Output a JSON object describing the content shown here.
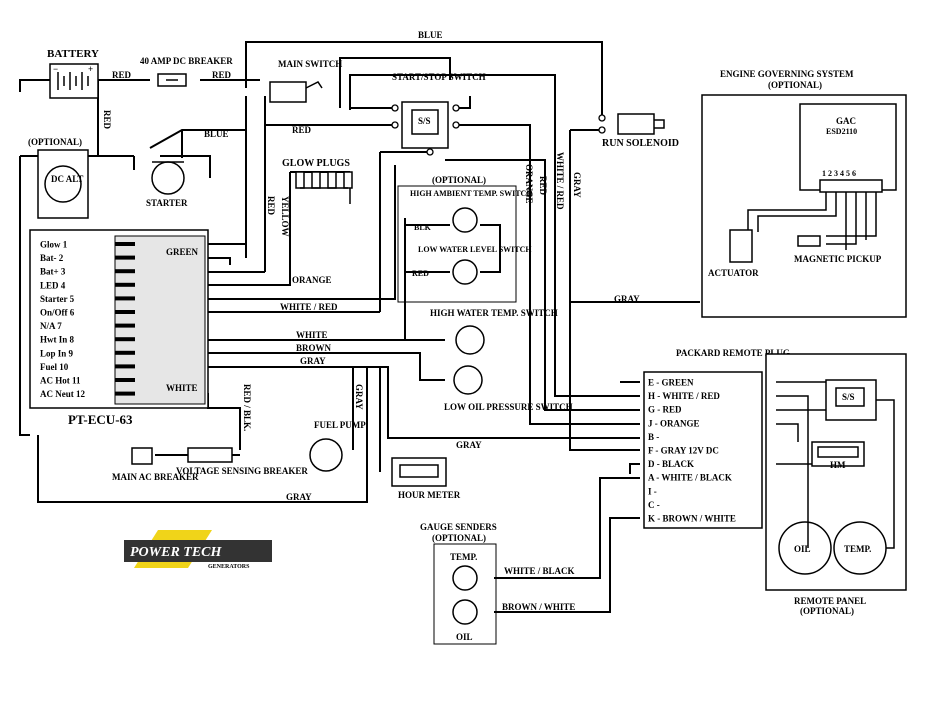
{
  "labels": {
    "battery": "BATTERY",
    "breaker_40a": "40 AMP DC BREAKER",
    "main_switch": "MAIN SWITCH",
    "start_stop_switch": "START/STOP SWITCH",
    "ss": "S/S",
    "run_solenoid": "RUN SOLENOID",
    "optional_alt": "(OPTIONAL)",
    "dc_alt": "DC ALT",
    "starter": "STARTER",
    "glow_plugs": "GLOW PLUGS",
    "optional_switches": "(OPTIONAL)",
    "high_ambient": "HIGH AMBIENT TEMP. SWITCH",
    "low_water": "LOW WATER LEVEL SWITCH",
    "high_water_temp": "HIGH WATER TEMP. SWITCH",
    "low_oil_pressure": "LOW OIL PRESSURE SWITCH",
    "blk": "BLK",
    "red_sw": "RED",
    "ecu_name": "PT-ECU-63",
    "fuel_pump": "FUEL PUMP",
    "hour_meter": "HOUR METER",
    "main_ac_breaker": "MAIN AC BREAKER",
    "voltage_sensing": "VOLTAGE SENSING BREAKER",
    "gauge_senders": "GAUGE SENDERS",
    "gauge_optional": "(OPTIONAL)",
    "temp_sender": "TEMP.",
    "oil_sender": "OIL",
    "packard_title": "PACKARD REMOTE PLUG",
    "engine_gov": "ENGINE GOVERNING SYSTEM",
    "engine_gov_optional": "(OPTIONAL)",
    "gac": "GAC",
    "esd": "ESD2110",
    "gac_pins": "1 2 3 4 5 6",
    "actuator": "ACTUATOR",
    "magnetic_pickup": "MAGNETIC PICKUP",
    "remote_panel": "REMOTE PANEL",
    "remote_optional": "(OPTIONAL)",
    "hm": "HM",
    "oil_gauge": "OIL",
    "temp_gauge": "TEMP.",
    "brand": "POWER TECH",
    "brand_sub": "GENERATORS",
    "plus": "+",
    "minus": "−"
  },
  "wires": {
    "blue_top": "BLUE",
    "red_batt": "RED",
    "red_breaker": "RED",
    "red_vertical": "RED",
    "blue_starter": "BLUE",
    "red_main": "RED",
    "green": "GREEN",
    "red_glow": "RED",
    "yellow": "YELLOW",
    "orange": "ORANGE",
    "white_red": "WHITE / RED",
    "white": "WHITE",
    "brown": "BROWN",
    "gray_ecu": "GRAY",
    "white_ac": "WHITE",
    "red_blk": "RED / BLK.",
    "gray_bottom": "GRAY",
    "gray_fuel": "GRAY",
    "gray_mid": "GRAY",
    "orange_v": "ORANGE",
    "red_v": "RED",
    "white_red_v": "WHITE / RED",
    "gray_v": "GRAY",
    "gray_gov": "GRAY",
    "white_black": "WHITE / BLACK",
    "brown_white": "BROWN / WHITE"
  },
  "ecu_pins": [
    "Glow 1",
    "Bat- 2",
    "Bat+ 3",
    "LED 4",
    "Starter 5",
    "On/Off 6",
    "N/A 7",
    "Hwt In 8",
    "Lop In 9",
    "Fuel 10",
    "AC Hot 11",
    "AC Neut 12"
  ],
  "packard_pins": [
    "E - GREEN",
    "H - WHITE / RED",
    "G - RED",
    "J - ORANGE",
    "B -",
    "F - GRAY   12V DC",
    "D - BLACK",
    "A - WHITE / BLACK",
    "I -",
    "C -",
    "K - BROWN / WHITE"
  ]
}
